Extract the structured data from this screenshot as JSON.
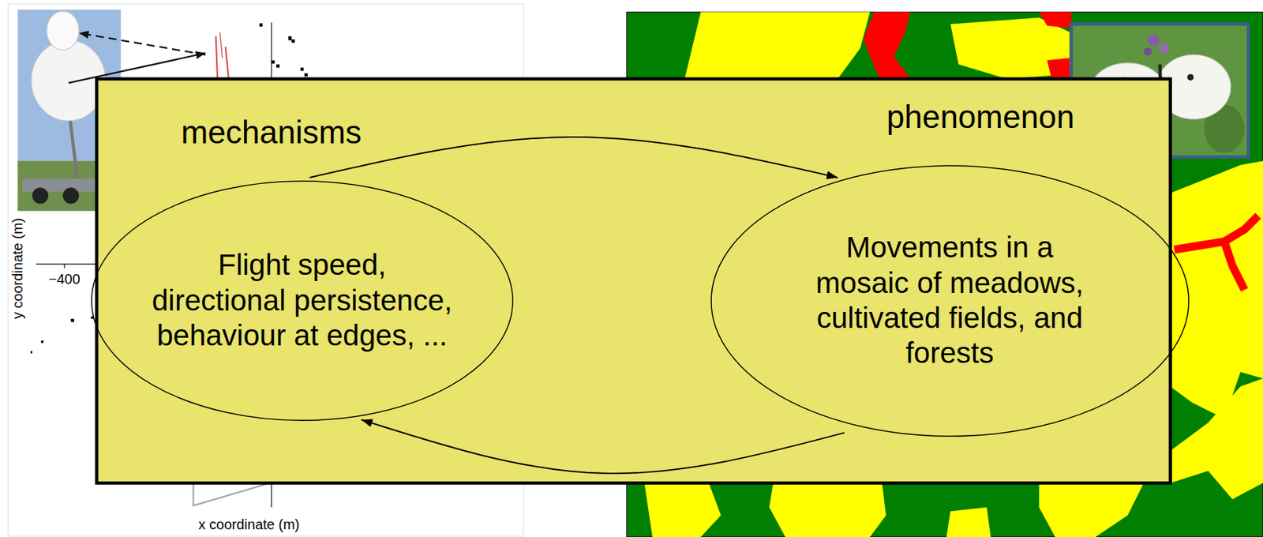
{
  "diagram": {
    "nodes": [
      {
        "text": [
          "mechanisms",
          "Flight speed, directional persistence, behaviour at edges, ..."
        ]
      },
      {
        "text": [
          "phenomenon",
          "Movements in a mosaic of meadows, cultivated fields, and forests"
        ]
      }
    ],
    "edges": [
      {
        "from": 0,
        "to": 1,
        "arrow": "to"
      },
      {
        "from": 1,
        "to": 0,
        "arrow": "to"
      }
    ],
    "labels": [
      "y coordinate (m)",
      "−400",
      "x coordinate (m)"
    ]
  }
}
